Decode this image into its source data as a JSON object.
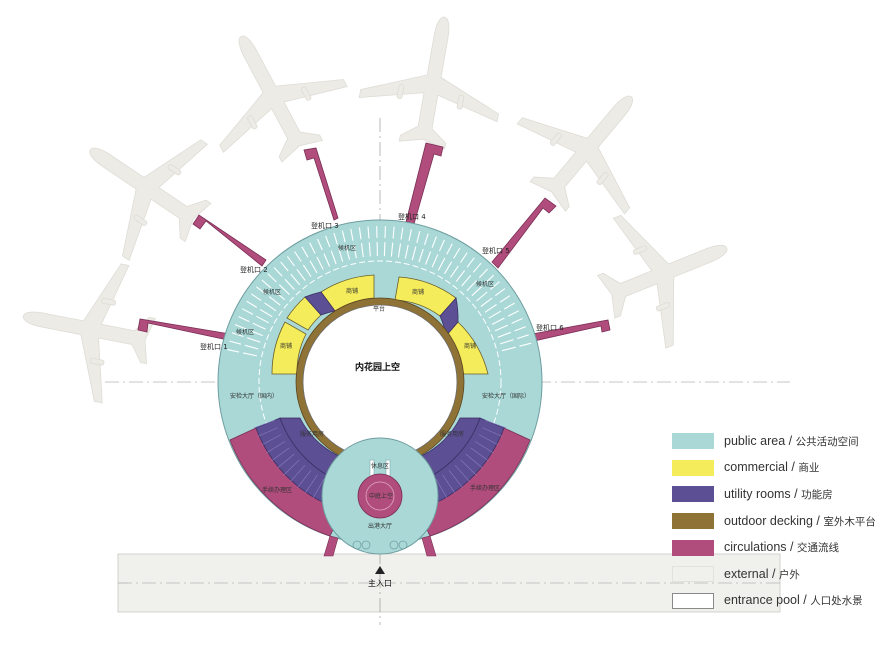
{
  "colors": {
    "public": "#a9d8d7",
    "commercial": "#f4ec5a",
    "utility": "#5c4f93",
    "decking": "#8f7236",
    "circulation": "#b04d7c",
    "external": "#f0f0ec",
    "pool_border": "#8a8a8a",
    "plane": "#ecebe6",
    "plane_shadow": "#d9d8d2"
  },
  "plan": {
    "gates": [
      "登机口 1",
      "登机口 2",
      "登机口 3",
      "登机口 4",
      "登机口 5",
      "登机口 6"
    ],
    "waiting_area": "候机区",
    "shop": "商铺",
    "terrace": "平台",
    "inner_garden": "内花园上空",
    "security_domestic": "安检大厅（国内）",
    "security_intl": "安检大厅（国际）",
    "checkin_left": "手续办理区",
    "checkin_right": "手续办理区",
    "service_left": "服务用房",
    "service_right": "服务用房",
    "rest_area": "休息区",
    "center_court": "中庭上空",
    "arrival_hall": "出港大厅",
    "main_entrance": "主入口"
  },
  "legend": [
    {
      "key": "public",
      "en": "public area",
      "cn": "公共活动空间",
      "color": "#a9d8d7"
    },
    {
      "key": "commercial",
      "en": "commercial",
      "cn": "商业",
      "color": "#f4ec5a"
    },
    {
      "key": "utility",
      "en": "utility rooms",
      "cn": "功能房",
      "color": "#5c4f93"
    },
    {
      "key": "decking",
      "en": "outdoor decking",
      "cn": "室外木平台",
      "color": "#8f7236"
    },
    {
      "key": "circulation",
      "en": "circulations",
      "cn": "交通流线",
      "color": "#b04d7c"
    },
    {
      "key": "external",
      "en": "external",
      "cn": "户外",
      "color": "#f0f0ec"
    },
    {
      "key": "pool",
      "en": "entrance pool",
      "cn": "人口处水景",
      "color": "#ffffff"
    }
  ]
}
